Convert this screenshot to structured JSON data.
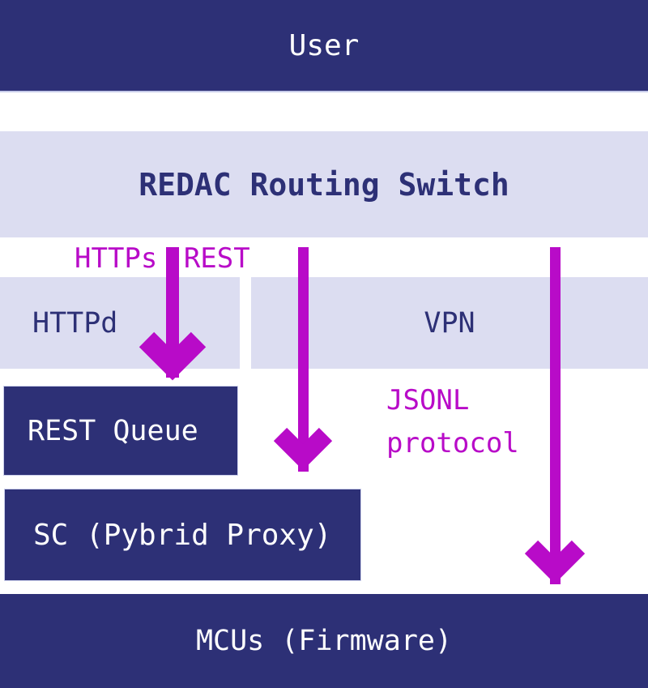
{
  "title": "REDAC routing architecture diagram",
  "colors": {
    "navy": "#2d3076",
    "lavender": "#dcddf1",
    "magenta": "#b80bc8",
    "white_text": "#ffffff",
    "background": "#ffffff"
  },
  "nodes": {
    "user": {
      "label": "User"
    },
    "redac": {
      "label": "REDAC Routing Switch"
    },
    "httpd": {
      "label": "HTTPd"
    },
    "vpn": {
      "label": "VPN"
    },
    "rest_queue": {
      "label": "REST Queue"
    },
    "sc_proxy": {
      "label": "SC (Pybrid Proxy)"
    },
    "mcus": {
      "label": "MCUs (Firmware)"
    }
  },
  "annotations": {
    "https_rest": {
      "label": "HTTPs REST"
    },
    "jsonl_protocol": {
      "label": "JSONL protocol"
    }
  },
  "arrows": [
    {
      "name": "arrow-https-rest",
      "from": "REDAC Routing Switch",
      "to": "REST Queue"
    },
    {
      "name": "arrow-middle",
      "from": "REDAC Routing Switch",
      "to": "SC (Pybrid Proxy)"
    },
    {
      "name": "arrow-vpn-jsonl",
      "from": "REDAC Routing Switch",
      "to": "MCUs (Firmware)"
    }
  ]
}
